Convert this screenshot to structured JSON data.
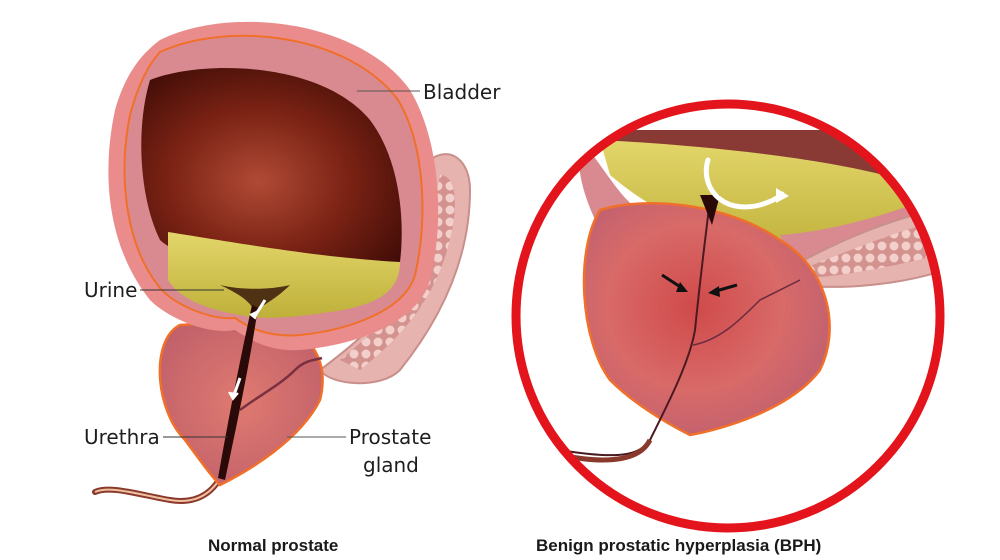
{
  "diagram": {
    "left_panel": {
      "caption": "Normal prostate",
      "labels": {
        "bladder": "Bladder",
        "urine": "Urine",
        "urethra": "Urethra",
        "prostate_line1": "Prostate",
        "prostate_line2": "gland"
      },
      "flow_arrows": 2
    },
    "right_panel": {
      "caption": "Benign prostatic hyperplasia (BPH)",
      "highlight_circle_color": "#e3141b",
      "compression_arrows": 2,
      "backflow_arrow": 1
    },
    "colors": {
      "bladder_wall": "#e8898a",
      "bladder_inner": "#6b1a10",
      "urine": "#cfc14a",
      "prostate": "#d9786e",
      "outline": "#f0702a",
      "seminal": "#e8b8b4"
    }
  }
}
